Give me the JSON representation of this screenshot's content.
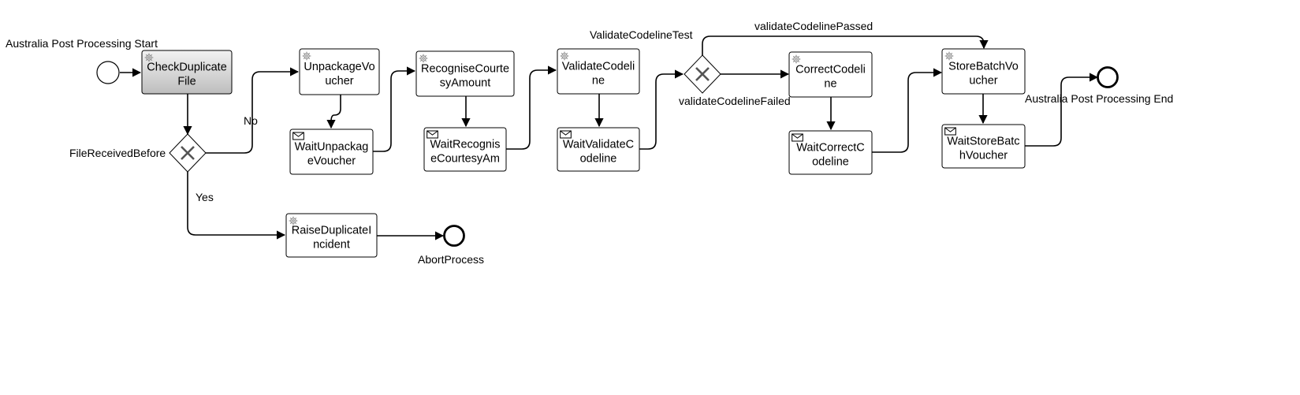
{
  "colors": {
    "task_fill": "#ffffff",
    "task_fill_selected_top": "#f2f2f2",
    "task_fill_selected_bottom": "#bdbdbd",
    "stroke": "#000000",
    "gateway_x": "#555555",
    "icon_gray": "#8a8a8a"
  },
  "events": {
    "start": {
      "label": "Australia Post Processing Start"
    },
    "end": {
      "label": "Australia Post Processing End"
    },
    "abort": {
      "label": "AbortProcess"
    }
  },
  "gateways": {
    "file_received_before": {
      "label": "FileReceivedBefore"
    },
    "validate_codeline_test": {
      "label": "ValidateCodelineTest"
    }
  },
  "tasks": {
    "check_duplicate_file": {
      "lines": [
        "CheckDuplicate",
        "File"
      ],
      "icon": "gear-icon"
    },
    "unpackage_voucher": {
      "lines": [
        "UnpackageVo",
        "ucher"
      ],
      "icon": "gear-icon"
    },
    "wait_unpackage_voucher": {
      "lines": [
        "WaitUnpackag",
        "eVoucher"
      ],
      "icon": "envelope-icon"
    },
    "recognise_courtesy_amount": {
      "lines": [
        "RecogniseCourte",
        "syAmount"
      ],
      "icon": "gear-icon"
    },
    "wait_recognise_courtesy_am": {
      "lines": [
        "WaitRecognis",
        "eCourtesyAm"
      ],
      "icon": "envelope-icon"
    },
    "validate_codeline": {
      "lines": [
        "ValidateCodeli",
        "ne"
      ],
      "icon": "gear-icon"
    },
    "wait_validate_codeline": {
      "lines": [
        "WaitValidateC",
        "odeline"
      ],
      "icon": "envelope-icon"
    },
    "correct_codeline": {
      "lines": [
        "CorrectCodeli",
        "ne"
      ],
      "icon": "gear-icon"
    },
    "wait_correct_codeline": {
      "lines": [
        "WaitCorrectC",
        "odeline"
      ],
      "icon": "envelope-icon"
    },
    "store_batch_voucher": {
      "lines": [
        "StoreBatchVo",
        "ucher"
      ],
      "icon": "gear-icon"
    },
    "wait_store_batch_voucher": {
      "lines": [
        "WaitStoreBatc",
        "hVoucher"
      ],
      "icon": "envelope-icon"
    },
    "raise_duplicate_incident": {
      "lines": [
        "RaiseDuplicateI",
        "ncident"
      ],
      "icon": "gear-icon"
    }
  },
  "flow_labels": {
    "no": "No",
    "yes": "Yes",
    "validate_codeline_passed": "validateCodelinePassed",
    "validate_codeline_failed": "validateCodelineFailed"
  }
}
